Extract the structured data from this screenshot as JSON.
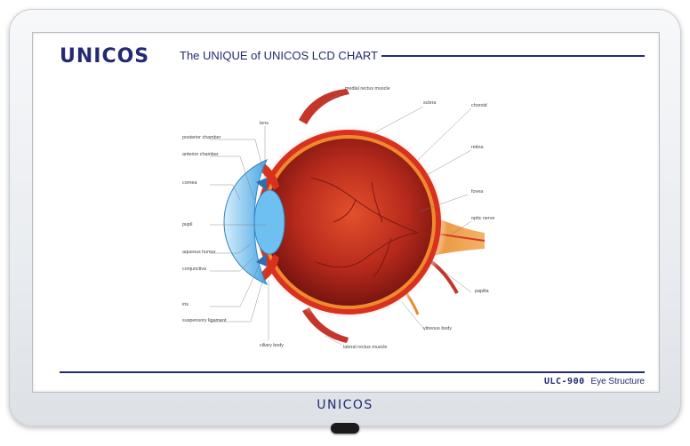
{
  "brand": {
    "logo": "UNICOS",
    "bezel_logo": "UNICOS"
  },
  "header": {
    "title": "The UNIQUE of UNICOS LCD CHART"
  },
  "footer": {
    "model": "ULC-900",
    "chart_name": "Eye Structure"
  },
  "labels": {
    "medial_rectus_muscle": "medial rectus muscle",
    "lens": "lens",
    "sclera": "sclera",
    "choroid": "choroid",
    "posterior_chamber": "posterior chamber",
    "anterior_chamber": "anterior chamber",
    "retina": "retina",
    "cornea": "cornea",
    "fovea": "fovea",
    "optic_nerve": "optic nerve",
    "pupil": "pupil",
    "aqueous_humor": "aqueous humor",
    "conjunctiva": "conjunctiva",
    "papilla": "papilla",
    "iris": "iris",
    "suspensory_ligament": "suspensory ligament",
    "vitreous_body": "vitreous body",
    "ciliary_body": "ciliary body",
    "lateral_rectus_muscle": "lateral rectus muscle"
  },
  "colors": {
    "brand_navy": "#232a72",
    "eyeball_red": "#c0281c",
    "cornea_blue": "#5bb2e8"
  }
}
